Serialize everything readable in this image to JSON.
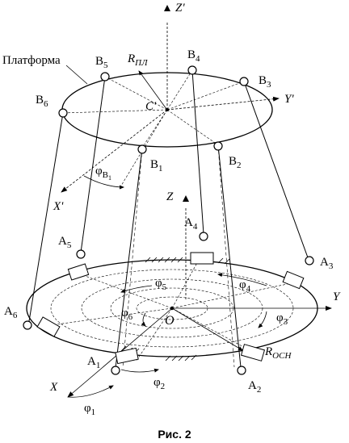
{
  "figure": {
    "caption": "Рис. 2",
    "platform_label": "Платформа",
    "top": {
      "center": "C'",
      "axis_z": "Z'",
      "axis_y": "Y'",
      "axis_x": "X'",
      "radius": {
        "main": "R",
        "sub": "ПЛ"
      },
      "angle": {
        "main": "φ",
        "sub": "B",
        "subsub": "1"
      },
      "joints": [
        {
          "main": "B",
          "sub": "1"
        },
        {
          "main": "B",
          "sub": "2"
        },
        {
          "main": "B",
          "sub": "3"
        },
        {
          "main": "B",
          "sub": "4"
        },
        {
          "main": "B",
          "sub": "5"
        },
        {
          "main": "B",
          "sub": "6"
        }
      ]
    },
    "base": {
      "center": "O",
      "axis_z": "Z",
      "axis_y": "Y",
      "axis_x": "X",
      "radius": {
        "main": "R",
        "sub": "OCH"
      },
      "joints": [
        {
          "main": "A",
          "sub": "1"
        },
        {
          "main": "A",
          "sub": "2"
        },
        {
          "main": "A",
          "sub": "3"
        },
        {
          "main": "A",
          "sub": "4"
        },
        {
          "main": "A",
          "sub": "5"
        },
        {
          "main": "A",
          "sub": "6"
        }
      ],
      "angles": [
        {
          "main": "φ",
          "sub": "1"
        },
        {
          "main": "φ",
          "sub": "2"
        },
        {
          "main": "φ",
          "sub": "3"
        },
        {
          "main": "φ",
          "sub": "4"
        },
        {
          "main": "φ",
          "sub": "5"
        },
        {
          "main": "φ",
          "sub": "6"
        }
      ]
    }
  }
}
